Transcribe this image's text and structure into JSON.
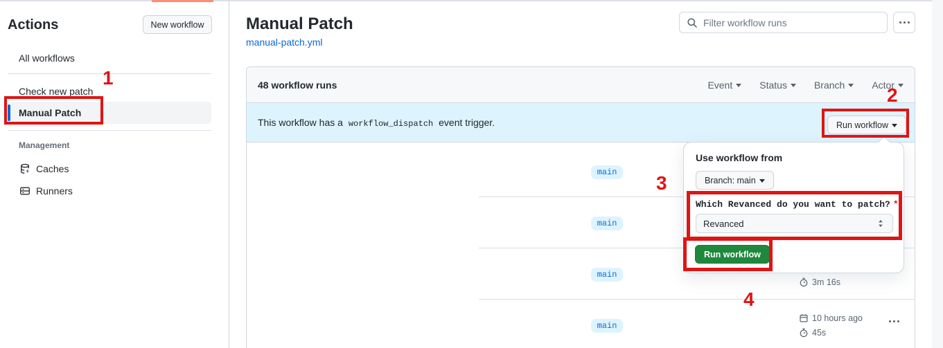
{
  "colors": {
    "accent_blue": "#0969da",
    "banner_blue": "#ddf4ff",
    "button_green": "#1f883d",
    "annotation_red": "#e01414",
    "border_gray": "#d0d7de",
    "selected_item_bg": "#f2f4f6"
  },
  "annotations": {
    "steps": [
      "1",
      "2",
      "3",
      "4"
    ]
  },
  "sidebar": {
    "title": "Actions",
    "new_workflow_button": "New workflow",
    "items": [
      {
        "label": "All workflows",
        "selected": false
      },
      {
        "label": "Check new patch",
        "selected": false
      },
      {
        "label": "Manual Patch",
        "selected": true
      }
    ],
    "management": {
      "header": "Management",
      "items": [
        {
          "label": "Caches",
          "icon": "cache-database-icon"
        },
        {
          "label": "Runners",
          "icon": "runners-icon"
        }
      ]
    }
  },
  "header": {
    "title": "Manual Patch",
    "workflow_file": "manual-patch.yml",
    "search_placeholder": "Filter workflow runs",
    "search_icon": "search-icon",
    "more_options_icon": "kebab-icon"
  },
  "runs_panel": {
    "count_label": "48 workflow runs",
    "filters": [
      "Event",
      "Status",
      "Branch",
      "Actor"
    ],
    "banner": {
      "text_before": "This workflow has a",
      "code": "workflow_dispatch",
      "text_after": "event trigger.",
      "run_workflow_button": "Run workflow"
    },
    "rows": [
      {
        "branch": "main"
      },
      {
        "branch": "main"
      },
      {
        "branch": "main",
        "duration": "3m 16s"
      },
      {
        "branch": "main",
        "time": "10 hours ago",
        "duration": "45s"
      }
    ]
  },
  "run_dialog": {
    "use_workflow_from": "Use workflow from",
    "branch_button": "Branch: main",
    "input_label": "Which Revanced do you want to patch?",
    "required_marker": "*",
    "input_value": "Revanced",
    "submit_button": "Run workflow"
  }
}
